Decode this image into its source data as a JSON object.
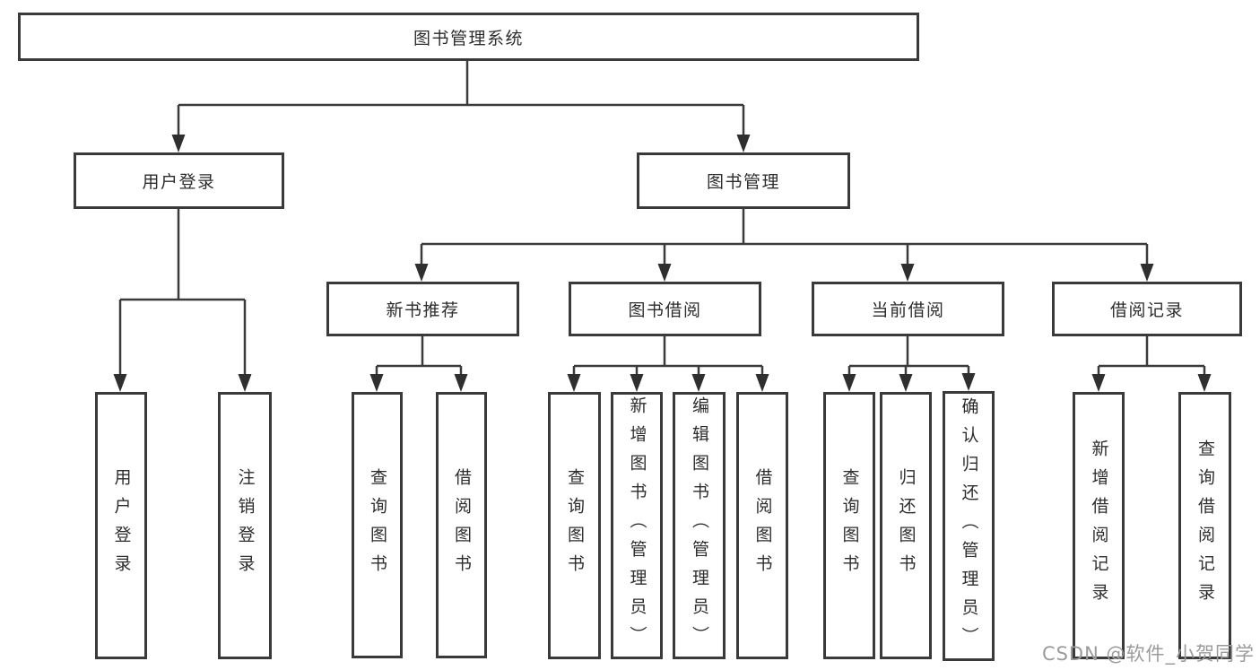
{
  "colors": {
    "background": "#ffffff",
    "box_border": "#3a3a3a",
    "connector_line": "#3a3a3a",
    "arrowhead": "#2f2f2f",
    "text": "#2d2d2d",
    "watermark": "#9b9b9b"
  },
  "tree": {
    "root": {
      "label": "图书管理系统",
      "children": [
        {
          "label": "用户登录",
          "children": [
            {
              "label": "用户登录"
            },
            {
              "label": "注销登录"
            }
          ]
        },
        {
          "label": "图书管理",
          "children": [
            {
              "label": "新书推荐",
              "children": [
                {
                  "label": "查询图书"
                },
                {
                  "label": "借阅图书"
                }
              ]
            },
            {
              "label": "图书借阅",
              "children": [
                {
                  "label": "查询图书"
                },
                {
                  "label": "新增图书（管理员）"
                },
                {
                  "label": "编辑图书（管理员）"
                },
                {
                  "label": "借阅图书"
                }
              ]
            },
            {
              "label": "当前借阅",
              "children": [
                {
                  "label": "查询图书"
                },
                {
                  "label": "归还图书"
                },
                {
                  "label": "确认归还（管理员）"
                }
              ]
            },
            {
              "label": "借阅记录",
              "children": [
                {
                  "label": "新增借阅记录"
                },
                {
                  "label": "查询借阅记录"
                }
              ]
            }
          ]
        }
      ]
    }
  },
  "watermark": {
    "text": "CSDN @软件_小贺同学"
  }
}
